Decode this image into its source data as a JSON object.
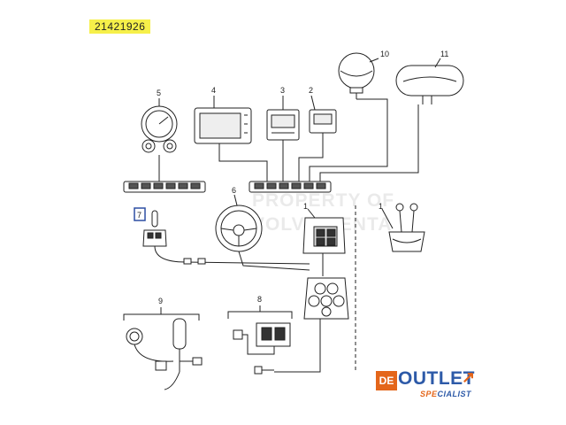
{
  "part_number": "21421926",
  "callouts": {
    "c1a": "1",
    "c1b": "1",
    "c2": "2",
    "c3": "3",
    "c4": "4",
    "c5": "5",
    "c6": "6",
    "c7": "7",
    "c8": "8",
    "c9": "9",
    "c10": "10",
    "c11": "11"
  },
  "watermark": {
    "line1": "PROPERTY OF",
    "line2": "VOLVO PENTA"
  },
  "badge": {
    "de": "DE",
    "outlet": "OUTLET",
    "specialist_prefix": "SPE",
    "specialist_rest": "CIALIST"
  },
  "colors": {
    "line": "#222222",
    "highlight_box": "#2d4fa3",
    "part_highlight": "#f6f04a",
    "badge_orange": "#e4661a",
    "badge_blue": "#2d5aa8"
  }
}
